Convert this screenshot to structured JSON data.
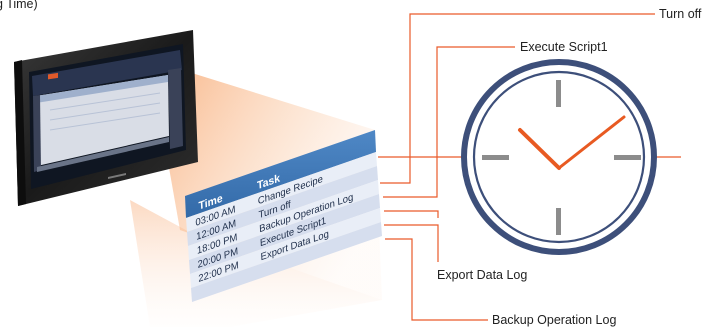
{
  "header_fragment": "g Time)",
  "schedule": {
    "headers": {
      "time": "Time",
      "task": "Task"
    },
    "rows": [
      {
        "time": "03:00 AM",
        "task": "Change Recipe"
      },
      {
        "time": "12:00 AM",
        "task": "Turn off"
      },
      {
        "time": "18:00 PM",
        "task": "Backup Operation Log"
      },
      {
        "time": "20:00 PM",
        "task": "Execute Script1"
      },
      {
        "time": "22:00 PM",
        "task": "Export Data Log"
      }
    ]
  },
  "callouts": {
    "turn_off": "Turn off",
    "execute_script": "Execute Script1",
    "export_data_log": "Export Data Log",
    "backup_operation_log": "Backup Operation Log"
  },
  "colors": {
    "callout_line": "#ea5a2a",
    "clock_ring": "#3d4f7a",
    "clock_hands": "#e85a22",
    "clock_ticks": "#8c8c8c",
    "table_header": "#3f78b8",
    "table_row_light": "#e9eef7",
    "table_row_alt": "#d6deee",
    "beam": "#f5a16b"
  },
  "icons": {
    "hmi_panel": "hmi-touch-panel-icon",
    "clock": "wall-clock-icon"
  }
}
